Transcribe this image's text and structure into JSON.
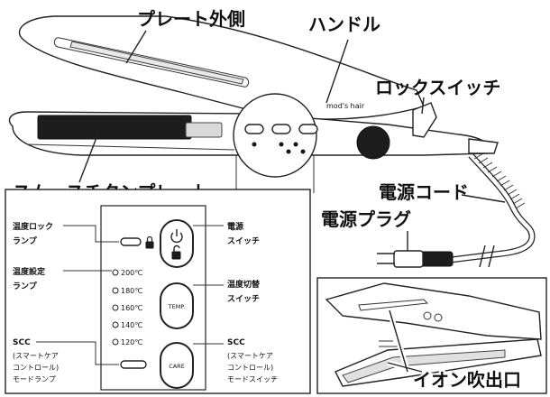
{
  "labels": {
    "plate_outer": "プレート外側",
    "handle": "ハンドル",
    "lock_switch": "ロックスイッチ",
    "smooth_plate": "スムースチタンプレート",
    "power_cord": "電源コード",
    "power_plug": "電源プラグ",
    "ion_outlet": "イオン吹出口"
  },
  "brand_logo": "mod's hair",
  "panel": {
    "temp_lock_lamp": [
      "温度ロック",
      "ランプ"
    ],
    "power_switch": [
      "電源",
      "スイッチ"
    ],
    "temp_setting_lamp": [
      "温度設定",
      "ランプ"
    ],
    "temp_switch": [
      "温度切替",
      "スイッチ"
    ],
    "scc_lamp": [
      "SCC",
      "(スマートケア",
      "コントロール)",
      "モードランプ"
    ],
    "scc_switch": [
      "SCC",
      "(スマートケア",
      "コントロール)",
      "モードスイッチ"
    ],
    "temperatures": [
      "200℃",
      "180℃",
      "160℃",
      "140℃",
      "120℃"
    ],
    "temp_button": "TEMP.",
    "care_button": "CARE"
  },
  "icons": [
    "power-icon",
    "lock-icon",
    "unlock-icon"
  ]
}
